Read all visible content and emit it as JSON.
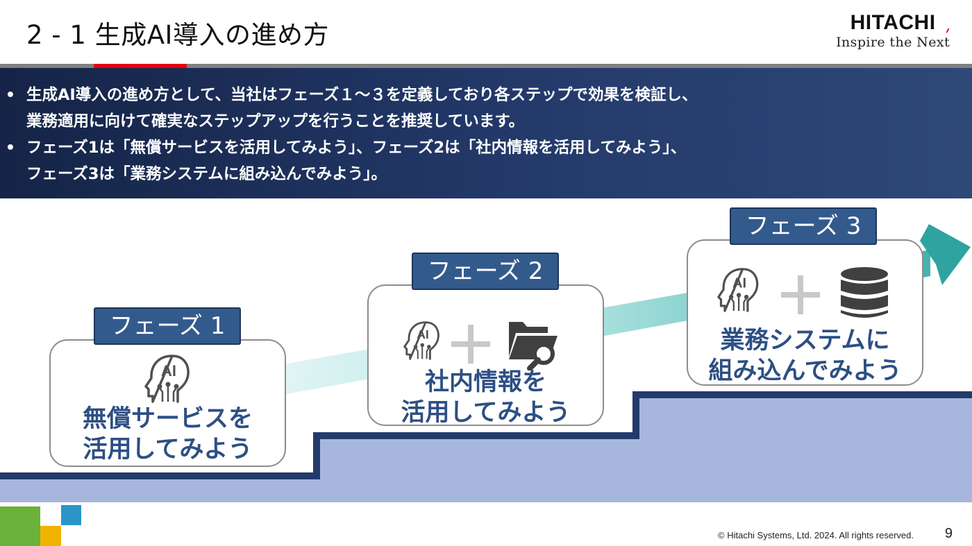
{
  "header": {
    "title": "2 - 1  生成AI導入の進め方",
    "logo_name": "HITACHI",
    "logo_tagline": "Inspire the Next"
  },
  "summary": {
    "bullet_symbol": "•",
    "bullets": [
      {
        "line1": "生成AI導入の進め方として、当社はフェーズ１～３を定義しており各ステップで効果を検証し、",
        "line2": "業務適用に向けて確実なステップアップを行うことを推奨しています。"
      },
      {
        "line1": "フェーズ1は「無償サービスを活用してみよう」、フェーズ2は「社内情報を活用してみよう」、",
        "line2": "フェーズ3は「業務システムに組み込んでみよう」。"
      }
    ]
  },
  "phases": [
    {
      "tab": "フェーズ 1",
      "line1": "無償サービスを",
      "line2": "活用してみよう",
      "icons": [
        "ai-head-icon"
      ]
    },
    {
      "tab": "フェーズ 2",
      "line1": "社内情報を",
      "line2": "活用してみよう",
      "icons": [
        "ai-head-icon",
        "plus-icon",
        "folder-search-icon"
      ]
    },
    {
      "tab": "フェーズ 3",
      "line1": "業務システムに",
      "line2": "組み込んでみよう",
      "icons": [
        "ai-head-icon",
        "plus-icon",
        "database-icon"
      ]
    }
  ],
  "icon_text": "AI",
  "footer": {
    "copyright": "© Hitachi Systems, Ltd. 2024. All rights reserved.",
    "page_number": "9"
  },
  "colors": {
    "banner": "#1f3260",
    "accent_red": "#e60012",
    "phase_tab": "#335a8c",
    "phase_text": "#2d4f84",
    "stair_fill": "#a7b6dd",
    "stair_edge": "#223a6c",
    "arrow_teal": "#2ea3a0",
    "icon_gray": "#505050"
  }
}
